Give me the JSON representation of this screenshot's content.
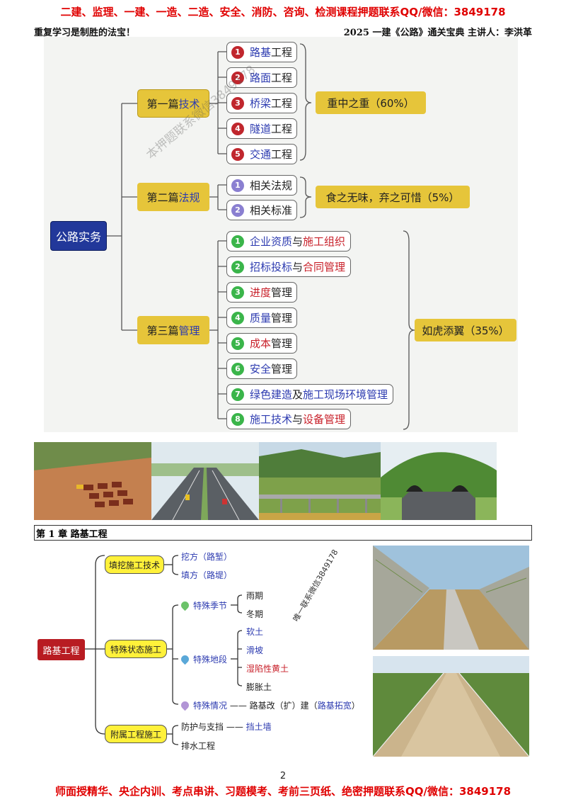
{
  "banner_top": "二建、监理、一建、一造、二造、安全、消防、咨询、检测课程押题联系QQ/微信：3849178",
  "header": {
    "left": "重复学习是制胜的法宝！",
    "right": "2025 一建《公路》通关宝典 主讲人：李洪革"
  },
  "mindmap": {
    "root": "公路实务",
    "part1": {
      "label_a": "第一篇 ",
      "label_b": "技术",
      "summary": "重中之重（60%）",
      "items": [
        {
          "n": "1",
          "a": "路基",
          "b": "工程"
        },
        {
          "n": "2",
          "a": "路面",
          "b": "工程"
        },
        {
          "n": "3",
          "a": "桥梁",
          "b": "工程"
        },
        {
          "n": "4",
          "a": "隧道",
          "b": "工程"
        },
        {
          "n": "5",
          "a": "交通",
          "b": "工程"
        }
      ]
    },
    "part2": {
      "label_a": "第二篇 ",
      "label_b": "法规",
      "summary": "食之无味，弃之可惜（5%）",
      "items": [
        {
          "n": "1",
          "t": "相关法规"
        },
        {
          "n": "2",
          "t": "相关标准"
        }
      ]
    },
    "part3": {
      "label_a": "第三篇 ",
      "label_b": "管理",
      "summary": "如虎添翼（35%）",
      "items": [
        {
          "n": "1",
          "a": "企业资质",
          "b": "与",
          "c": "施工组织"
        },
        {
          "n": "2",
          "a": "招标投标",
          "b": "与",
          "c": "合同管理"
        },
        {
          "n": "3",
          "a": "进度",
          "b": "管理"
        },
        {
          "n": "4",
          "a": "质量",
          "b": "管理"
        },
        {
          "n": "5",
          "a": "成本",
          "b": "管理"
        },
        {
          "n": "6",
          "a": "安全",
          "b": "管理"
        },
        {
          "n": "7",
          "a": "绿色建造",
          "b": "及",
          "c": "施工现场环境管理"
        },
        {
          "n": "8",
          "a": "施工技术",
          "b": "与",
          "c": "设备管理"
        }
      ]
    }
  },
  "chapter_title": "第 1 章  路基工程",
  "chapter_map": {
    "root": "路基工程",
    "branch1": {
      "label": "填挖施工技术",
      "items": [
        "挖方（路堑）",
        "填方（路堤）"
      ]
    },
    "branch2": {
      "label": "特殊状态施工",
      "season": {
        "label": "特殊季节",
        "items": [
          "雨期",
          "冬期"
        ]
      },
      "ground": {
        "label": "特殊地段",
        "items": [
          "软土",
          "滑坡",
          "湿陷性黄土",
          "膨胀土"
        ]
      },
      "situation": {
        "label": "特殊情况",
        "dash": "——",
        "text_a": "路基改（扩）建（",
        "text_b": "路基拓宽",
        "text_c": "）"
      }
    },
    "branch3": {
      "label": "附属工程施工",
      "items": [
        {
          "t": "防护与支挡",
          "dash": "——",
          "extra": "挡土墙"
        },
        {
          "t": "排水工程"
        }
      ]
    }
  },
  "page_number": "2",
  "banner_bottom": "师面授精华、央企内训、考点串讲、习题模考、考前三页纸、绝密押题联系QQ/微信：3849178",
  "watermark1": "本押题联系微信3849178",
  "watermark2": "唯一联系微信3849178",
  "colors": {
    "banner": "#e00000",
    "gold": "#e6c53a",
    "root_blue": "#22389a",
    "yellow": "#fff13a",
    "root_red": "#b81c22"
  }
}
